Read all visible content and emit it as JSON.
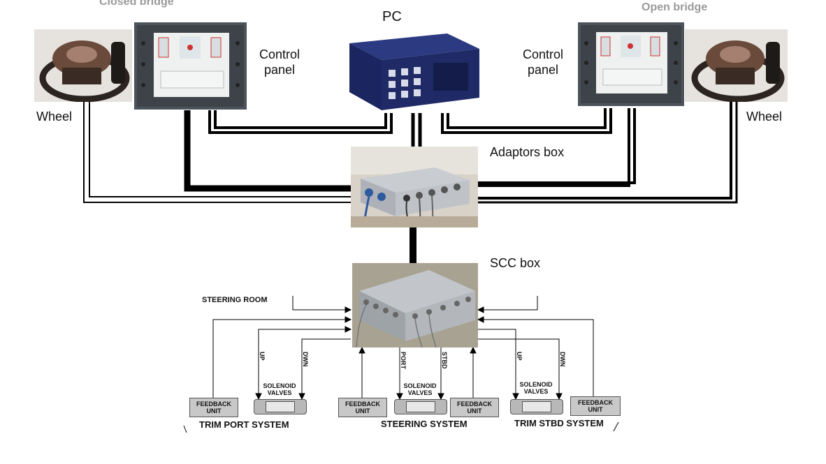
{
  "labels": {
    "closed_bridge": "Closed bridge",
    "open_bridge": "Open bridge",
    "pc": "PC",
    "control_panel_left": "Control\npanel",
    "control_panel_right": "Control\npanel",
    "wheel_left": "Wheel",
    "wheel_right": "Wheel",
    "adaptors_box": "Adaptors box",
    "scc_box": "SCC box",
    "steering_room": "STEERING ROOM",
    "trim_port_system": "TRIM PORT SYSTEM",
    "steering_system": "STEERING SYSTEM",
    "trim_stbd_system": "TRIM STBD SYSTEM",
    "feedback_unit": "FEEDBACK\nUNIT",
    "solenoid_valves": "SOLENOID\nVALVES",
    "up": "UP",
    "dwn": "DWN",
    "port": "PORT",
    "stbd": "STBD"
  },
  "colors": {
    "cable": "#000000",
    "panel_frame": "#4a4f55",
    "device_gray": "#c8c8c8",
    "pc_blue": "#1f2a66"
  }
}
